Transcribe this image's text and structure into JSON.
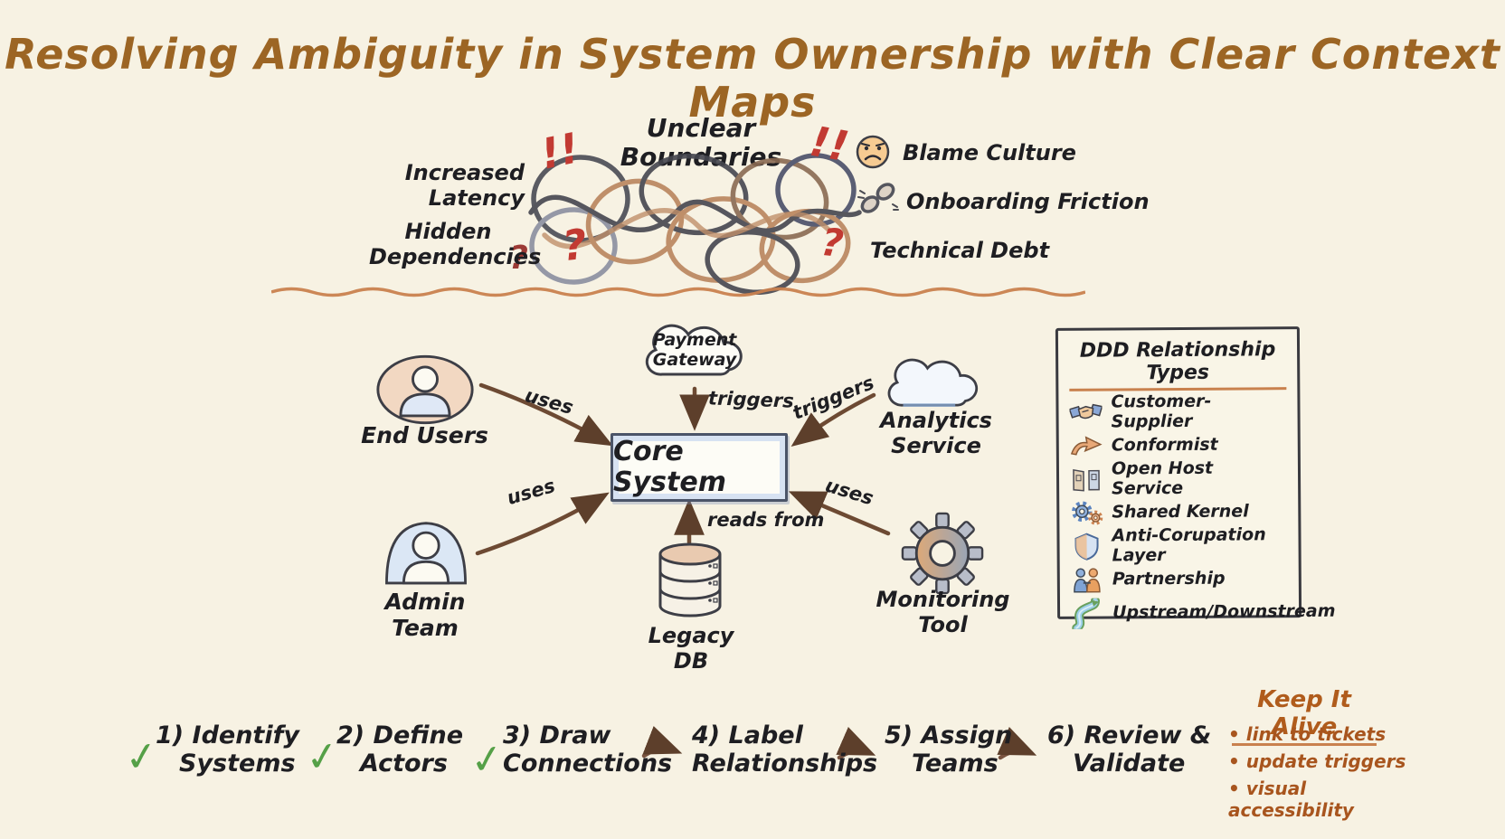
{
  "page": {
    "title": "Resolving Ambiguity in System Ownership with Clear Context Maps"
  },
  "problem": {
    "heading": "Unclear Boundaries",
    "increased_latency": "Increased Latency",
    "hidden_line1": "Hidden",
    "hidden_line2": "Dependencies",
    "blame_culture": "Blame Culture",
    "onboarding_friction": "Onboarding Friction",
    "technical_debt": "Technical Debt",
    "exclaim_left": "!!",
    "exclaim_right": "!!",
    "q_left_small": "?",
    "q_left_big": "?",
    "q_right": "?"
  },
  "map": {
    "nodes": {
      "end_users": "End Users",
      "admin_team": "Admin Team",
      "payment_line1": "Payment",
      "payment_line2": "Gateway",
      "analytics_line1": "Analytics",
      "analytics_line2": "Service",
      "monitoring_tool": "Monitoring Tool",
      "legacy_db": "Legacy DB",
      "core_system": "Core System"
    },
    "edges": {
      "end_users_uses": "uses",
      "admin_uses": "uses",
      "payment_triggers": "triggers",
      "analytics_triggers": "triggers",
      "monitoring_uses": "uses",
      "db_reads_from": "reads from"
    }
  },
  "legend": {
    "title": "DDD Relationship Types",
    "items": [
      {
        "icon": "handshake-icon",
        "label": "Customer-Supplier"
      },
      {
        "icon": "curved-arrow-icon",
        "label": "Conformist"
      },
      {
        "icon": "open-doors-icon",
        "label": "Open Host Service"
      },
      {
        "icon": "gears-icon",
        "label": "Shared Kernel"
      },
      {
        "icon": "shield-icon",
        "label": "Anti-Corupation Layer"
      },
      {
        "icon": "partnership-icon",
        "label": "Partnership"
      },
      {
        "icon": "river-icon",
        "label": "Upstream/Downstream"
      }
    ]
  },
  "process": {
    "check_glyph": "✓",
    "steps": [
      {
        "line1": "1) Identify",
        "line2": "Systems",
        "status": "done"
      },
      {
        "line1": "2) Define",
        "line2": "Actors",
        "status": "done"
      },
      {
        "line1": "3) Draw",
        "line2": "Connections",
        "status": "done"
      },
      {
        "line1": "4) Label",
        "line2": "Relationships",
        "status": "todo"
      },
      {
        "line1": "5) Assign",
        "line2": "Teams",
        "status": "todo"
      },
      {
        "line1": "6) Review &",
        "line2": "Validate",
        "status": "todo"
      }
    ]
  },
  "keep_alive": {
    "title": "Keep It Alive",
    "bullets": [
      "link to tickets",
      "update triggers",
      "visual accessibility"
    ]
  },
  "colors": {
    "background": "#f7f2e3",
    "title_brown": "#9c6524",
    "accent_orange": "#c9814e",
    "alert_red": "#c23a32",
    "check_green": "#55a047",
    "arrow_brown": "#6d4a33",
    "sketch_blue": "#6b8fc2",
    "ink": "#1e1e22"
  }
}
